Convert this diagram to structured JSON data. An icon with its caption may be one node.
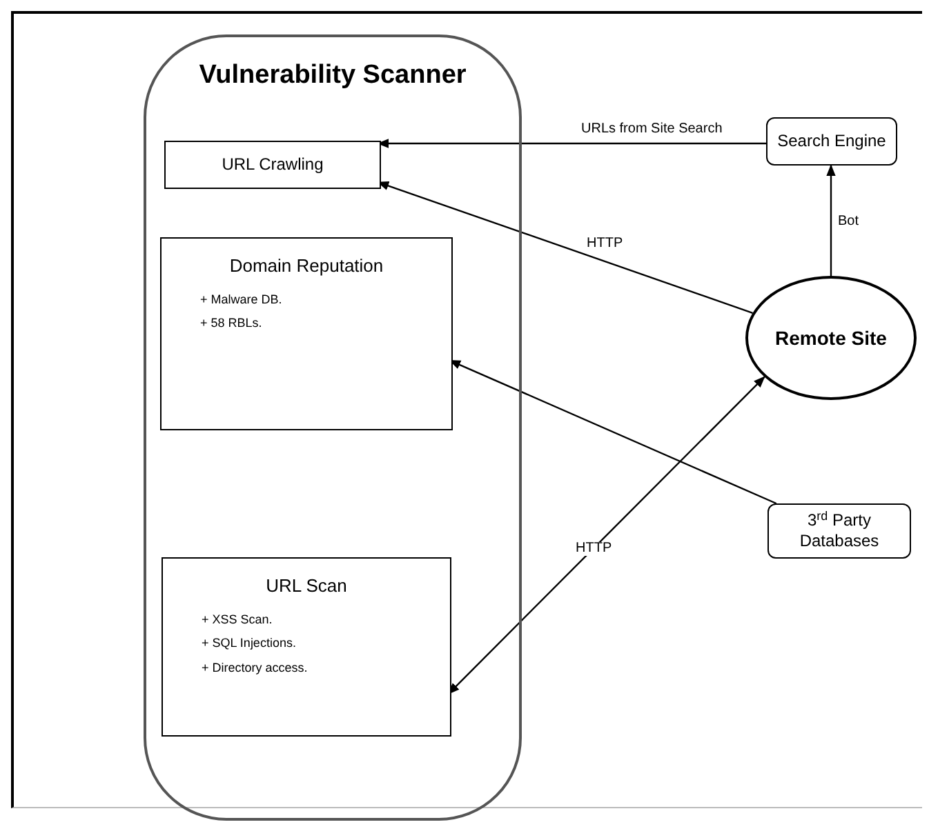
{
  "diagram": {
    "nodes": [
      {
        "text": [
          "Vulnerability Scanner"
        ]
      },
      {
        "text": [
          "URL Crawling"
        ],
        "in": 0
      },
      {
        "text": [
          "Domain Reputation",
          "+ Malware DB.",
          "+ 58 RBLs."
        ],
        "in": 0
      },
      {
        "text": [
          "URL Scan",
          "+ XSS Scan.",
          "+ SQL Injections.",
          "+ Directory access."
        ],
        "in": 0
      },
      {
        "text": [
          "Search Engine"
        ]
      },
      {
        "text": [
          "Remote Site"
        ]
      },
      {
        "text": [
          "3$^{rd}$ Party Databases"
        ]
      }
    ],
    "edges": [
      {
        "from": 4,
        "to": 1,
        "arrow": "to",
        "label": "URLs from Site Search"
      },
      {
        "from": 5,
        "to": 1,
        "arrow": "to",
        "label": "HTTP"
      },
      {
        "from": 5,
        "to": 4,
        "arrow": "to",
        "label": "Bot"
      },
      {
        "from": 6,
        "to": 2,
        "arrow": "to"
      },
      {
        "from": 3,
        "to": 5,
        "arrow": "both",
        "label": "HTTP"
      }
    ]
  }
}
